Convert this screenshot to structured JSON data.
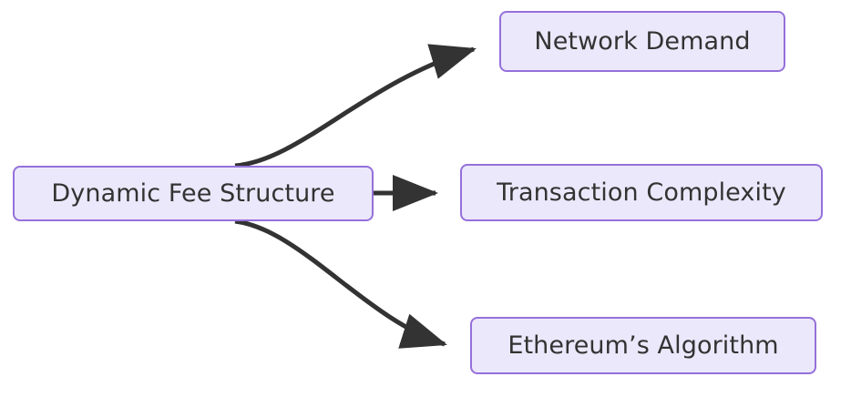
{
  "diagram": {
    "type": "flowchart",
    "direction": "left-to-right",
    "background_color": "#ffffff",
    "node_fill_color": "#ECE8FB",
    "node_border_color": "#9570DB",
    "node_text_color": "#333333",
    "edge_color": "#333333",
    "nodes": [
      {
        "id": "source",
        "label": "Dynamic Fee Structure"
      },
      {
        "id": "demand",
        "label": "Network Demand"
      },
      {
        "id": "complex",
        "label": "Transaction Complexity"
      },
      {
        "id": "ethalgo",
        "label": "Ethereum’s Algorithm"
      }
    ],
    "edges": [
      {
        "from": "Dynamic Fee Structure",
        "to": "Network Demand",
        "style": "curved-arrow"
      },
      {
        "from": "Dynamic Fee Structure",
        "to": "Transaction Complexity",
        "style": "straight-arrow"
      },
      {
        "from": "Dynamic Fee Structure",
        "to": "Ethereum’s Algorithm",
        "style": "curved-arrow"
      }
    ]
  }
}
